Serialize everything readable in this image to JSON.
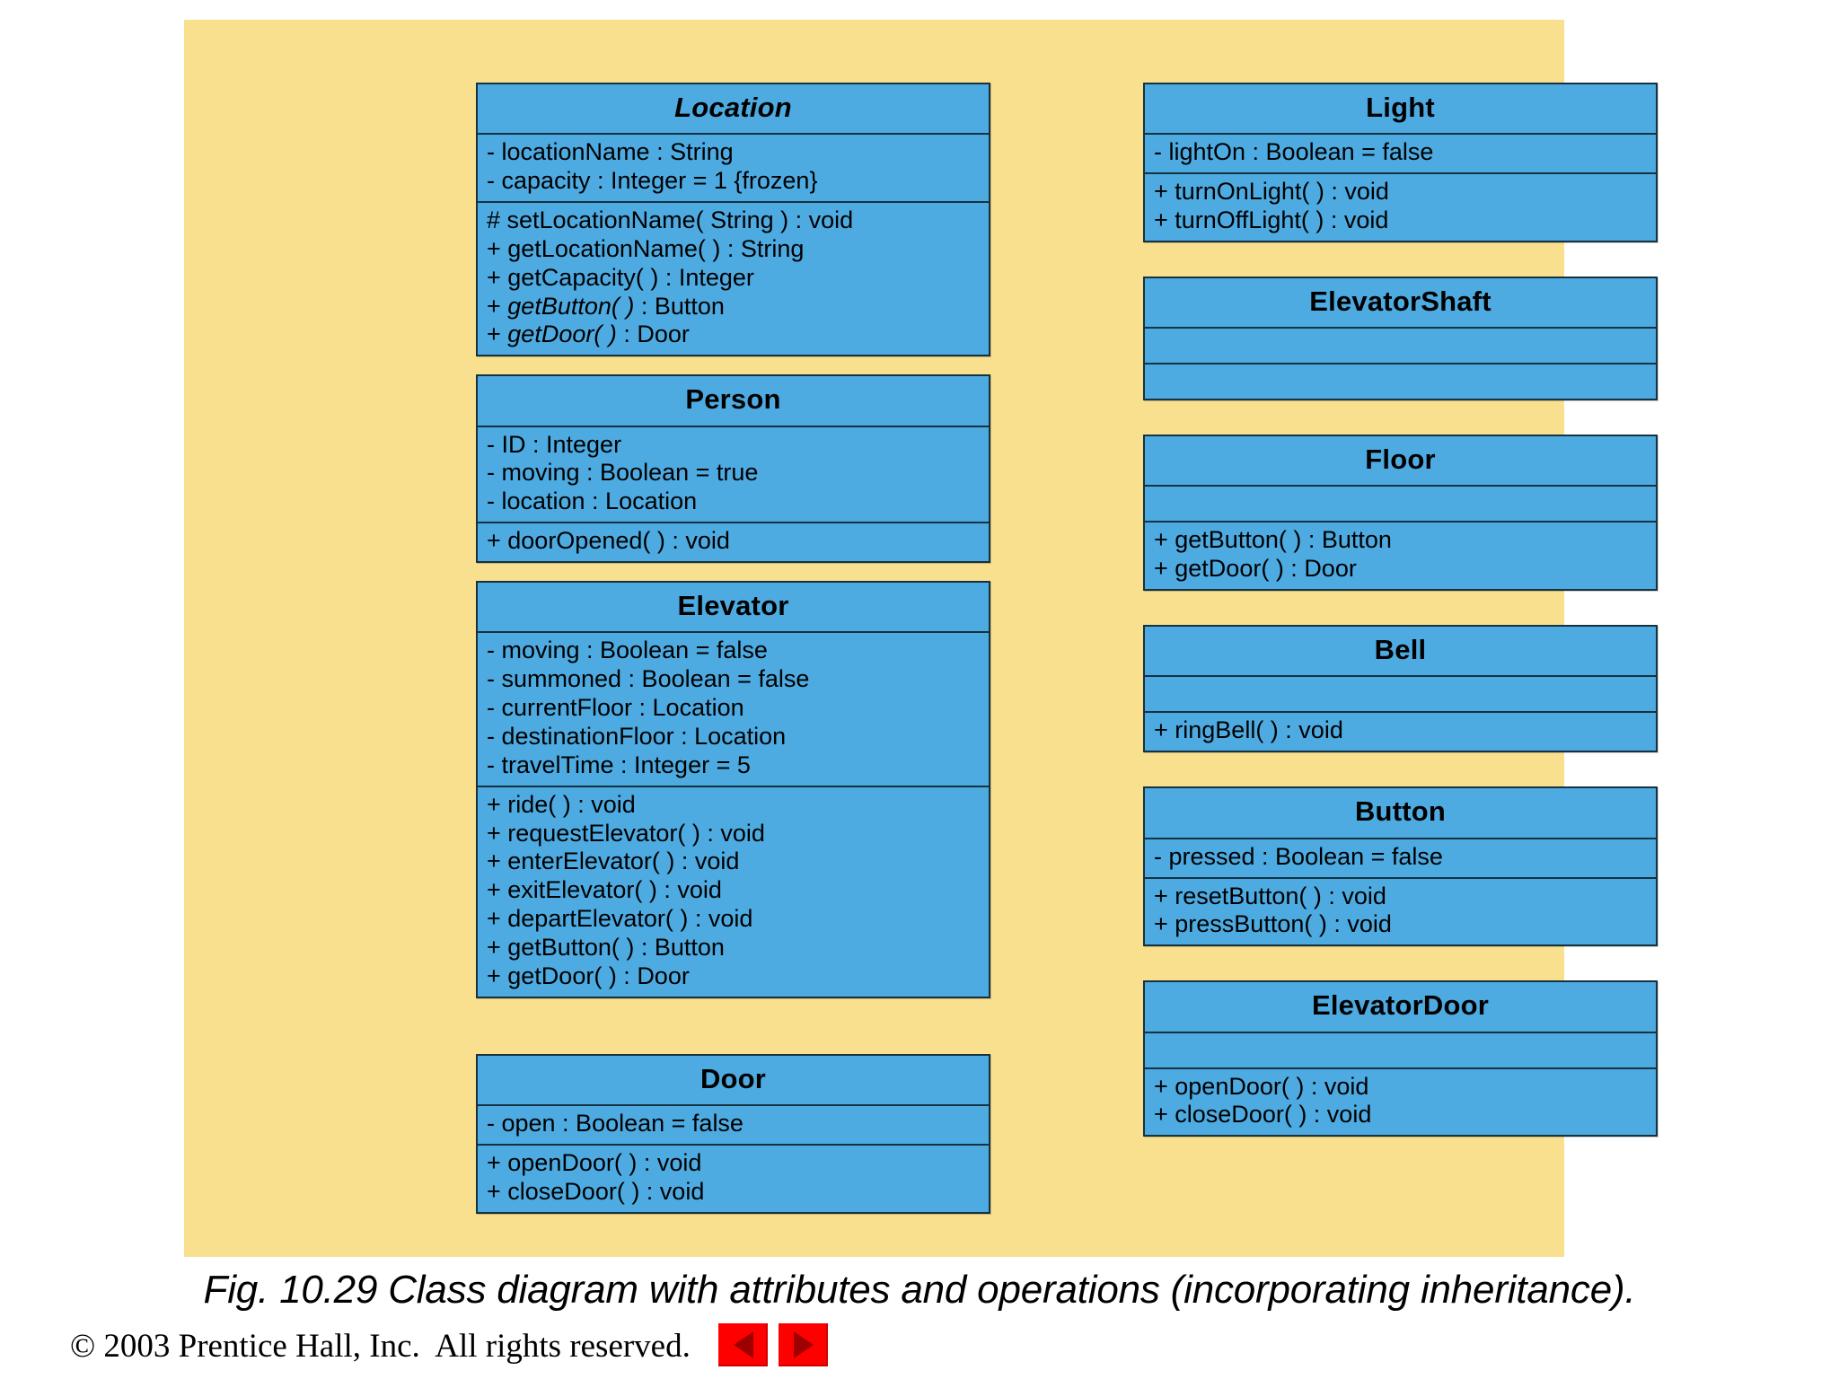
{
  "colors": {
    "panel_background": "#F8E08E",
    "class_fill": "#4DABE2",
    "class_border": "#16313F",
    "nav_button": "#FF0000"
  },
  "caption": "Fig. 10.29 Class diagram with attributes and operations (incorporating inheritance).",
  "footer": {
    "copyright": "© 2003 Prentice Hall, Inc.  All rights reserved.",
    "nav": {
      "previous_label": "previous-slide",
      "next_label": "next-slide"
    }
  },
  "diagram": {
    "left_column": [
      {
        "name": "Location",
        "abstract": true,
        "attributes": [
          "- locationName : String",
          "- capacity : Integer = 1 {frozen}"
        ],
        "operations": [
          {
            "text": "# setLocationName( String ) : void",
            "abstract": false
          },
          {
            "text": "+ getLocationName( ) : String",
            "abstract": false
          },
          {
            "text": "+ getCapacity( ) : Integer",
            "abstract": false
          },
          {
            "prefix": "+ ",
            "op": "getButton( )",
            "suffix": " : Button",
            "abstract": true
          },
          {
            "prefix": "+ ",
            "op": "getDoor( )",
            "suffix": " : Door",
            "abstract": true
          }
        ]
      },
      {
        "name": "Person",
        "abstract": false,
        "attributes": [
          "- ID : Integer",
          "- moving : Boolean = true",
          "- location : Location"
        ],
        "operations": [
          {
            "text": "+ doorOpened( ) : void",
            "abstract": false
          }
        ]
      },
      {
        "name": "Elevator",
        "abstract": false,
        "attributes": [
          "- moving : Boolean = false",
          "- summoned : Boolean = false",
          "- currentFloor : Location",
          "- destinationFloor : Location",
          "- travelTime : Integer = 5"
        ],
        "operations": [
          {
            "text": "+ ride( ) : void",
            "abstract": false
          },
          {
            "text": "+ requestElevator( ) : void",
            "abstract": false
          },
          {
            "text": "+ enterElevator( ) : void",
            "abstract": false
          },
          {
            "text": "+ exitElevator( ) : void",
            "abstract": false
          },
          {
            "text": "+ departElevator( ) : void",
            "abstract": false
          },
          {
            "text": "+ getButton( ) : Button",
            "abstract": false
          },
          {
            "text": "+ getDoor( ) : Door",
            "abstract": false
          }
        ]
      },
      {
        "name": "Door",
        "abstract": false,
        "attributes": [
          "- open : Boolean = false"
        ],
        "operations": [
          {
            "text": "+ openDoor( ) : void",
            "abstract": false
          },
          {
            "text": "+ closeDoor( ) : void",
            "abstract": false
          }
        ]
      }
    ],
    "right_column": [
      {
        "name": "Light",
        "abstract": false,
        "attributes": [
          "- lightOn : Boolean = false"
        ],
        "operations": [
          {
            "text": "+ turnOnLight( ) : void",
            "abstract": false
          },
          {
            "text": "+ turnOffLight( ) : void",
            "abstract": false
          }
        ]
      },
      {
        "name": "ElevatorShaft",
        "abstract": false,
        "attributes": [],
        "operations": []
      },
      {
        "name": "Floor",
        "abstract": false,
        "attributes": [],
        "operations": [
          {
            "text": "+ getButton( ) : Button",
            "abstract": false
          },
          {
            "text": "+ getDoor( ) : Door",
            "abstract": false
          }
        ]
      },
      {
        "name": "Bell",
        "abstract": false,
        "attributes": [],
        "operations": [
          {
            "text": "+ ringBell( ) : void",
            "abstract": false
          }
        ]
      },
      {
        "name": "Button",
        "abstract": false,
        "attributes": [
          "- pressed : Boolean = false"
        ],
        "operations": [
          {
            "text": "+ resetButton( ) : void",
            "abstract": false
          },
          {
            "text": "+ pressButton( ) : void",
            "abstract": false
          }
        ]
      },
      {
        "name": "ElevatorDoor",
        "abstract": false,
        "attributes": [],
        "operations": [
          {
            "text": "+ openDoor( ) : void",
            "abstract": false
          },
          {
            "text": "+ closeDoor( ) : void",
            "abstract": false
          }
        ]
      }
    ]
  }
}
